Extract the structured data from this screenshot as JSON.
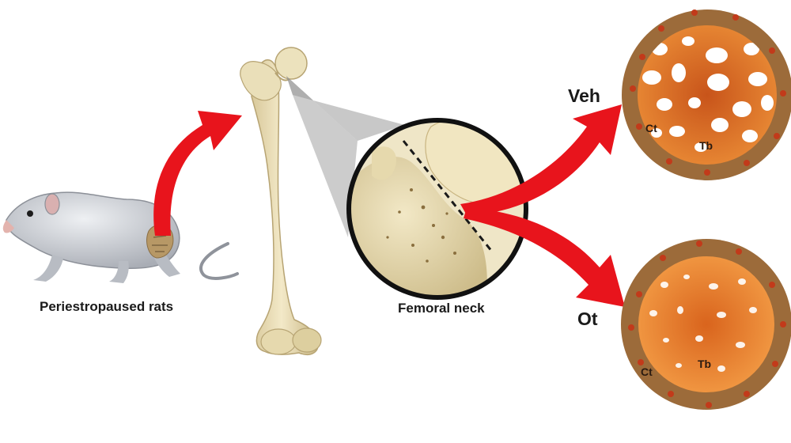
{
  "labels": {
    "rat": "Periestropaused rats",
    "femoral_neck": "Femoral neck",
    "veh": "Veh",
    "ot": "Ot",
    "veh_cortical": "Ct",
    "veh_trabecular": "Tb",
    "ot_cortical": "Ct",
    "ot_trabecular": "Tb"
  },
  "colors": {
    "arrow": "#e8141c",
    "bone": "#e9dcb2",
    "bone_shade": "#c9b98a",
    "cortex": "#9c6b3a",
    "trabecular": "#e3751f",
    "marrow_dot": "#c23a1a",
    "rat_body": "#c9ccd2"
  },
  "icons": [
    "rat-illustration",
    "femur-bone",
    "magnifier-circle",
    "cross-section-veh",
    "cross-section-ot"
  ]
}
